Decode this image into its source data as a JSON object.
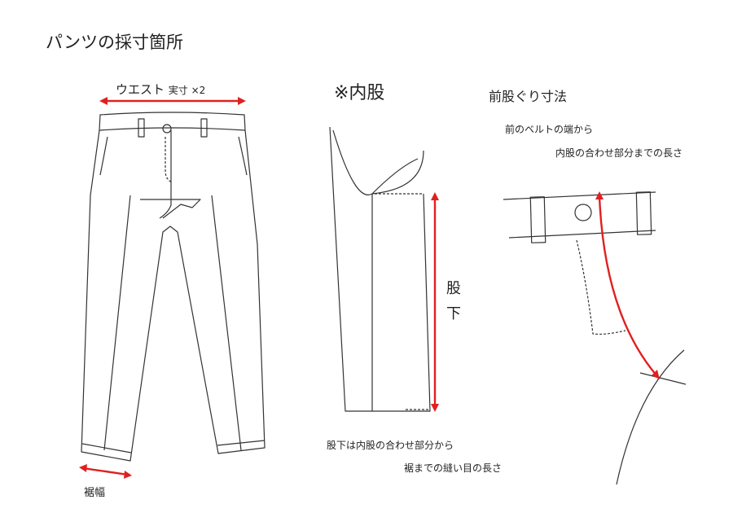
{
  "title": "パンツの採寸箇所",
  "front": {
    "waist_label": "ウエスト",
    "waist_note": "実寸 ×2",
    "hem_label": "裾幅"
  },
  "inseam": {
    "heading": "※内股",
    "label_1": "股",
    "label_2": "下",
    "note_1": "股下は内股の合わせ部分から",
    "note_2": "裾までの縫い目の長さ"
  },
  "rise": {
    "heading": "前股ぐり寸法",
    "note_1": "前のベルトの端から",
    "note_2": "内股の合わせ部分までの長さ"
  },
  "colors": {
    "measure": "#e02020",
    "line": "#333333"
  }
}
